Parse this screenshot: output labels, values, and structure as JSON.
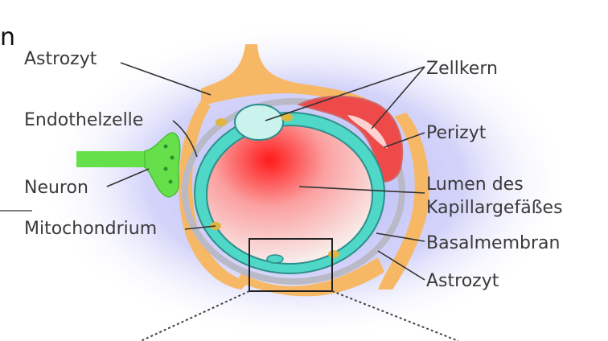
{
  "corner_text": "n",
  "labels": {
    "astrozyt_top": "Astrozyt",
    "endothelzelle": "Endothelzelle",
    "neuron": "Neuron",
    "mitochondrium": "Mitochondrium",
    "zellkern": "Zellkern",
    "perizyt": "Perizyt",
    "lumen_line1": "Lumen des",
    "lumen_line2": "Kapillargefäßes",
    "basalmembran": "Basalmembran",
    "astrozyt_bottom": "Astrozyt"
  },
  "colors": {
    "astrocyte": "#f6b865",
    "basement_membrane": "#b9b9c8",
    "endothelium": "#4fd7c8",
    "nucleus": "#c9f3ec",
    "pericyte": "#ef4a4a",
    "neuron": "#66e04a",
    "background_glow": "#b8b8f6",
    "lumen": "#ff2a2a"
  }
}
